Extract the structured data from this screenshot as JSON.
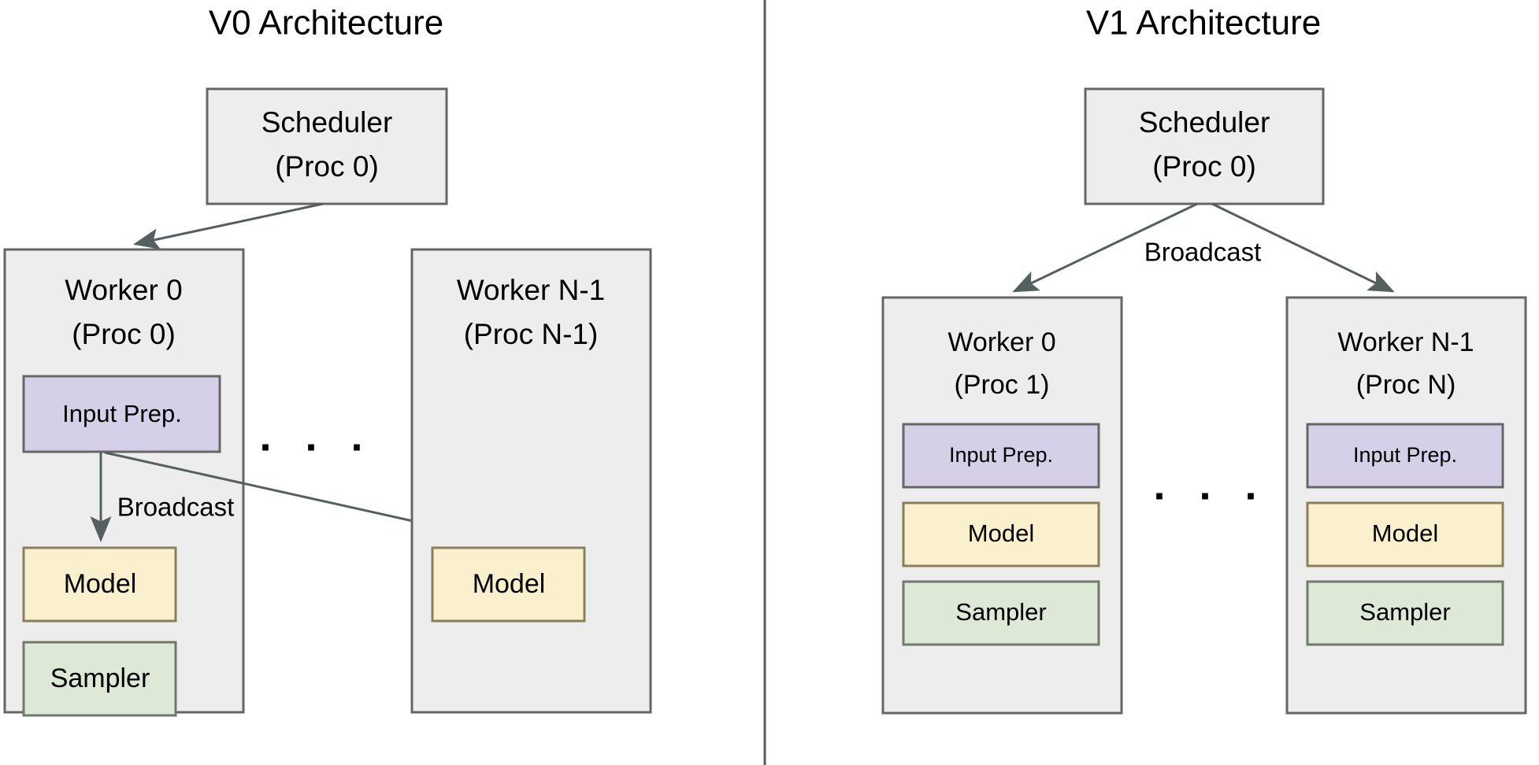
{
  "figure": {
    "kind": "architecture-comparison-diagram",
    "divider": {
      "color": "#5a5a5a"
    }
  },
  "colors": {
    "container_fill": "#ededed",
    "container_stroke": "#666666",
    "input_prep_fill": "#d5cfe8",
    "model_fill": "#fbf0cd",
    "sampler_fill": "#dde8d6",
    "edge_color": "#555f5f",
    "text_color": "#000000",
    "background": "#ffffff"
  },
  "panels": [
    {
      "id": "v0",
      "title": "V0 Architecture",
      "scheduler": {
        "line1": "Scheduler",
        "line2": "(Proc 0)"
      },
      "ellipsis": ". . .",
      "edges": [
        {
          "from": "scheduler",
          "to": "worker-0",
          "label": ""
        },
        {
          "from": "input-prep",
          "to": "model-0",
          "label": "Broadcast"
        },
        {
          "from": "input-prep",
          "to": "model-n",
          "label": ""
        }
      ],
      "workers": [
        {
          "id": "worker-0",
          "line1": "Worker 0",
          "line2": "(Proc 0)",
          "blocks": [
            {
              "id": "input-prep",
              "label": "Input Prep."
            },
            {
              "id": "model",
              "label": "Model"
            },
            {
              "id": "sampler",
              "label": "Sampler"
            }
          ]
        },
        {
          "id": "worker-n-1",
          "line1": "Worker N-1",
          "line2": "(Proc N-1)",
          "blocks": [
            {
              "id": "model",
              "label": "Model"
            }
          ]
        }
      ]
    },
    {
      "id": "v1",
      "title": "V1 Architecture",
      "scheduler": {
        "line1": "Scheduler",
        "line2": "(Proc 0)"
      },
      "ellipsis": ". . .",
      "edges": [
        {
          "from": "scheduler",
          "to": "worker-0",
          "label": "Broadcast"
        },
        {
          "from": "scheduler",
          "to": "worker-n-1",
          "label": ""
        }
      ],
      "workers": [
        {
          "id": "worker-0",
          "line1": "Worker 0",
          "line2": "(Proc 1)",
          "blocks": [
            {
              "id": "input-prep",
              "label": "Input Prep."
            },
            {
              "id": "model",
              "label": "Model"
            },
            {
              "id": "sampler",
              "label": "Sampler"
            }
          ]
        },
        {
          "id": "worker-n-1",
          "line1": "Worker N-1",
          "line2": "(Proc N)",
          "blocks": [
            {
              "id": "input-prep",
              "label": "Input Prep."
            },
            {
              "id": "model",
              "label": "Model"
            },
            {
              "id": "sampler",
              "label": "Sampler"
            }
          ]
        }
      ]
    }
  ]
}
